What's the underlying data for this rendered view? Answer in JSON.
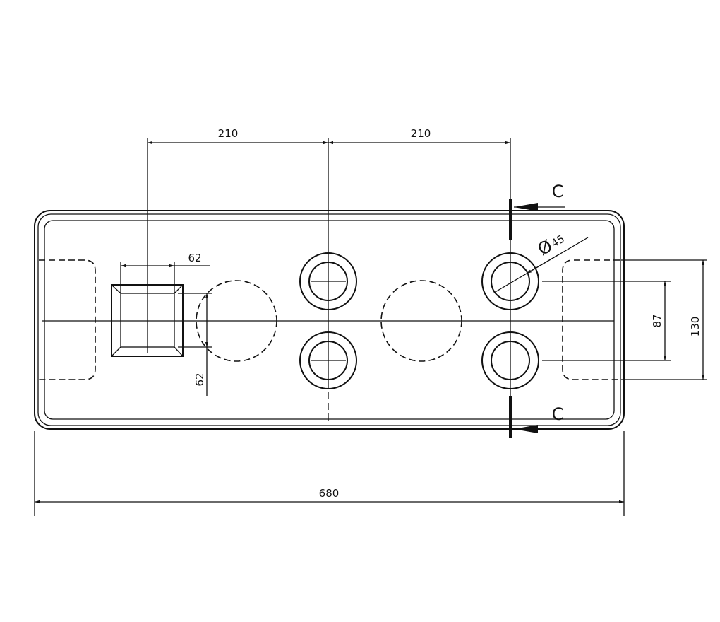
{
  "drawing": {
    "dimensions": {
      "spacing_left": "210",
      "spacing_right": "210",
      "square_width": "62",
      "square_height": "62",
      "hole_diameter": "45",
      "diameter_symbol": "Ø",
      "hole_spacing_vertical": "87",
      "notch_height": "130",
      "overall_length": "680"
    },
    "section_labels": {
      "top": "C",
      "bottom": "C"
    },
    "line_color": "#111111"
  }
}
